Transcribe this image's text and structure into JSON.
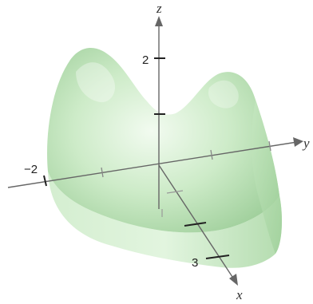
{
  "axes": {
    "x_label": "x",
    "y_label": "y",
    "z_label": "z"
  },
  "ticks": {
    "z_value": "2",
    "y_value": "−2",
    "x_value": "3"
  },
  "colors": {
    "surface_light": "#e6f6e4",
    "surface_mid": "#b9e0b4",
    "surface_dark": "#8fc48c",
    "axis": "#666666"
  }
}
